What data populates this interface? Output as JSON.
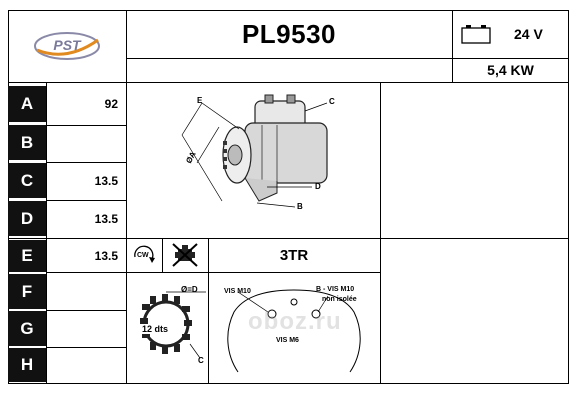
{
  "header": {
    "logo_text": "PST",
    "part_number": "PL9530",
    "voltage": "24 V",
    "power": "5,4 KW"
  },
  "rows": [
    {
      "label": "A",
      "value": "92"
    },
    {
      "label": "B",
      "value": ""
    },
    {
      "label": "C",
      "value": "13.5"
    },
    {
      "label": "D",
      "value": "13.5"
    },
    {
      "label": "E",
      "value": "13.5"
    },
    {
      "label": "F",
      "value": ""
    },
    {
      "label": "G",
      "value": ""
    },
    {
      "label": "H",
      "value": ""
    }
  ],
  "rotation": {
    "text": "CW",
    "icon": "clockwise-arrow-icon"
  },
  "mount_icon": "crossed-engine-icon",
  "type_code": "3TR",
  "drawing_labels": {
    "e": "E",
    "c": "C",
    "d": "D",
    "b": "B",
    "diameter": "ØA"
  },
  "gear_labels": {
    "diameter": "Ø=D",
    "teeth": "12 dts",
    "c": "C"
  },
  "flange_labels": {
    "left": "VIS M10",
    "right_line1": "B - VIS M10",
    "right_line2": "non isolée",
    "bottom": "VIS M6"
  },
  "watermark": "oboz.ru"
}
